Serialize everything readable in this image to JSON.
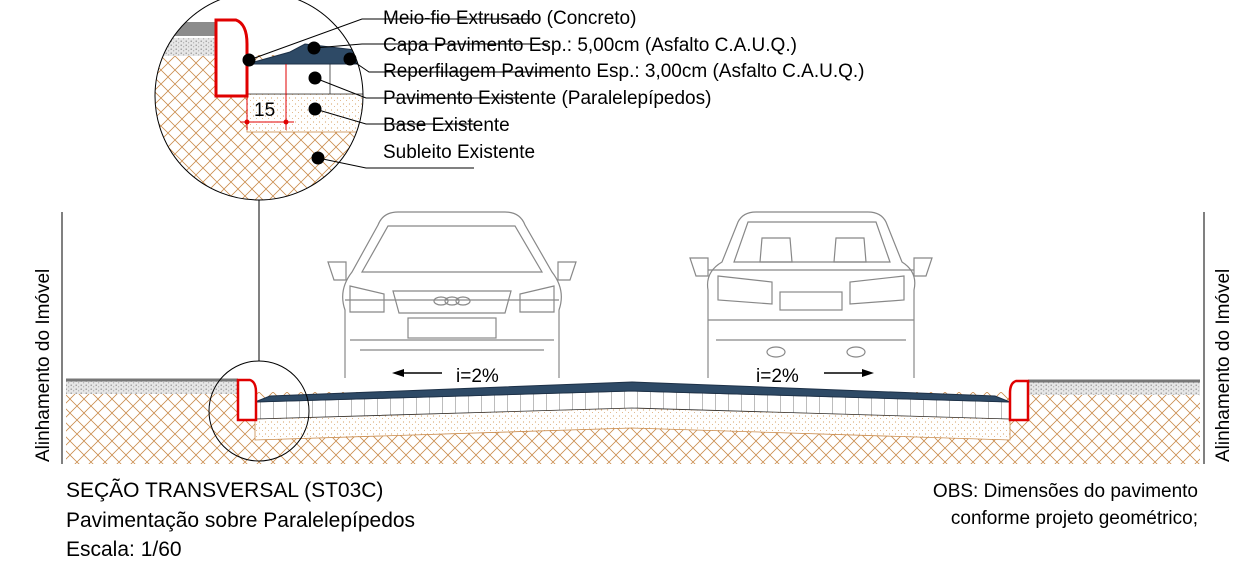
{
  "layers": {
    "l1": "Meio-fio Extrusado (Concreto)",
    "l2": "Capa Pavimento Esp.: 5,00cm (Asfalto C.A.U.Q.)",
    "l3": "Reperfilagem Pavimento Esp.: 3,00cm (Asfalto C.A.U.Q.)",
    "l4": "Pavimento Existente (Paralelepípedos)",
    "l5": "Base Existente",
    "l6": "Subleito Existente"
  },
  "detail_dimension": "15",
  "slope_left": "i=2%",
  "slope_right": "i=2%",
  "alignment_left": "Alinhamento do Imóvel",
  "alignment_right": "Alinhamento do Imóvel",
  "title": {
    "line1": "SEÇÃO TRANSVERSAL (ST03C)",
    "line2": "Pavimentação sobre Paralelepípedos",
    "line3": "Escala: 1/60"
  },
  "note": {
    "line1": "OBS: Dimensões do pavimento",
    "line2": "conforme projeto geométrico;"
  },
  "colors": {
    "asphalt": "#2e4a66",
    "curb": "#e00000",
    "subgrade_hatch": "#c98a4a",
    "base_dots": "#d9b48c",
    "gravel": "#9c9c9c"
  }
}
